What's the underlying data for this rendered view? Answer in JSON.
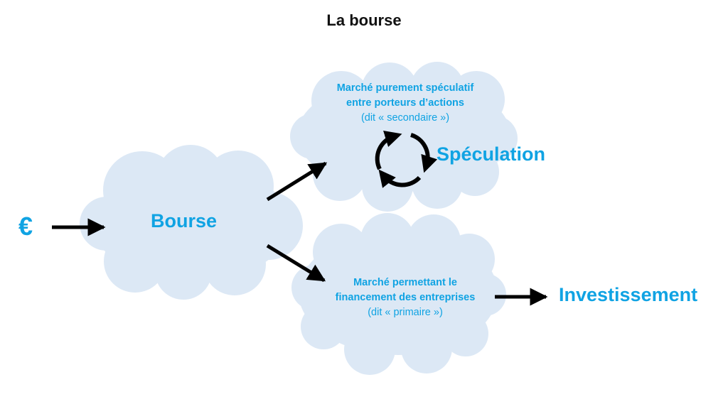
{
  "title": "La bourse",
  "nodes": {
    "euro": "€",
    "bourse": "Bourse",
    "speculation": "Spéculation",
    "investissement": "Investissement"
  },
  "secondary_market": {
    "line1": "Marché purement spéculatif",
    "line2": "entre porteurs d’actions",
    "line3": "(dit « secondaire »)"
  },
  "primary_market": {
    "line1": "Marché permettant le",
    "line2": "financement des entreprises",
    "line3": "(dit « primaire »)"
  },
  "colors": {
    "accent": "#10a3e3",
    "cloud": "#dce8f5",
    "arrow": "#000000"
  },
  "icons": [
    "refresh-cycle-icon"
  ]
}
